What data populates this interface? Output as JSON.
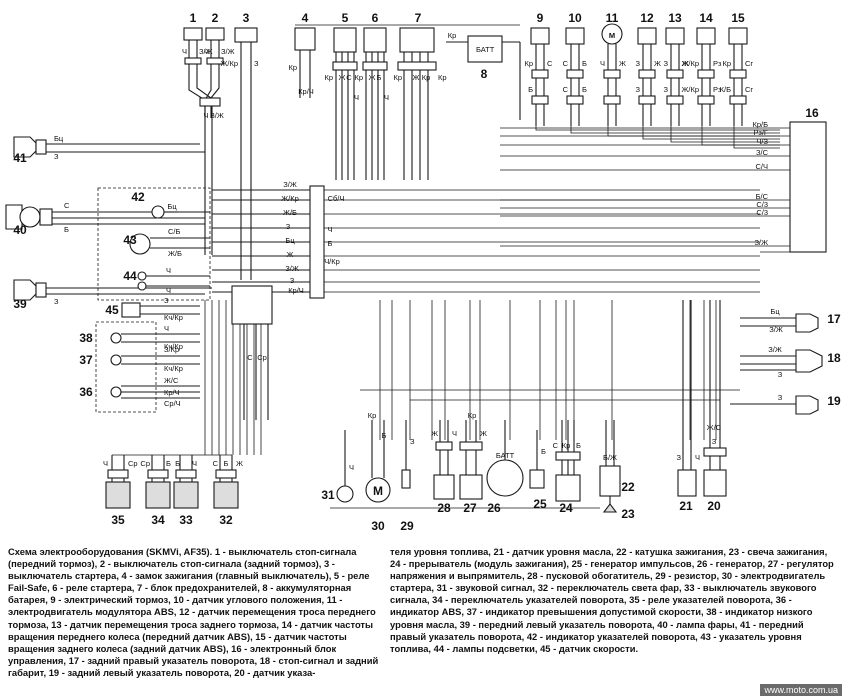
{
  "diagram": {
    "components": [
      {
        "n": "1",
        "wires": [
          "Ч",
          "З/Ж"
        ]
      },
      {
        "n": "2",
        "wires": [
          "Ч",
          "З/Ж"
        ]
      },
      {
        "n": "3",
        "wires": [
          "Ж/Кр",
          "З"
        ]
      },
      {
        "n": "4",
        "wires": [
          "Кр",
          "Кр/Ч"
        ]
      },
      {
        "n": "5",
        "wires": [
          "Кр",
          "Ж",
          "С",
          "Ч"
        ]
      },
      {
        "n": "6",
        "wires": [
          "Кр",
          "Ж",
          "Б",
          "Ч"
        ]
      },
      {
        "n": "7",
        "wires": [
          "Кр",
          "Ж",
          "Кр",
          "Кр"
        ]
      },
      {
        "n": "8",
        "wires": [
          "Кр"
        ]
      },
      {
        "n": "9",
        "wires": [
          "Кр",
          "С",
          "Б"
        ]
      },
      {
        "n": "10",
        "wires": [
          "С",
          "Б",
          "С",
          "Б"
        ]
      },
      {
        "n": "11",
        "wires": [
          "Ч",
          "Ж"
        ]
      },
      {
        "n": "12",
        "wires": [
          "З",
          "Ж",
          "З"
        ]
      },
      {
        "n": "13",
        "wires": [
          "З",
          "Ж",
          "З"
        ]
      },
      {
        "n": "14",
        "wires": [
          "Ж/Кр",
          "Рз",
          "Ж/Кр",
          "Рз"
        ]
      },
      {
        "n": "15",
        "wires": [
          "Кр",
          "Сг",
          "К/Б",
          "Сг"
        ]
      },
      {
        "n": "16",
        "wires": [
          "Кр/Б",
          "Рз/Г",
          "Ч/З",
          "З/С",
          "С/Ч",
          "Б/С",
          "С/3",
          "С/3",
          "З/Ж"
        ]
      },
      {
        "n": "17",
        "wires": [
          "Бц",
          "З/Ж"
        ]
      },
      {
        "n": "18",
        "wires": [
          "З/Ж",
          "З"
        ]
      },
      {
        "n": "19",
        "wires": [
          "З"
        ]
      },
      {
        "n": "20",
        "wires": [
          "Ж/С",
          "З"
        ]
      },
      {
        "n": "21",
        "wires": [
          "З",
          "Ч"
        ]
      },
      {
        "n": "22",
        "wires": [
          "Б/Ж",
          "З"
        ]
      },
      {
        "n": "23",
        "wires": []
      },
      {
        "n": "24",
        "wires": [
          "С",
          "Кр",
          "Б"
        ]
      },
      {
        "n": "25",
        "wires": [
          "Б"
        ]
      },
      {
        "n": "26",
        "wires": [
          "БАТТ"
        ]
      },
      {
        "n": "27",
        "wires": [
          "Кр",
          "Ж"
        ]
      },
      {
        "n": "28",
        "wires": [
          "Ж",
          "Ч"
        ]
      },
      {
        "n": "29",
        "wires": [
          "З"
        ]
      },
      {
        "n": "30",
        "wires": [
          "Кр",
          "Б"
        ]
      },
      {
        "n": "31",
        "wires": [
          "Ч"
        ]
      },
      {
        "n": "32",
        "wires": [
          "С",
          "Б",
          "Ж"
        ]
      },
      {
        "n": "33",
        "wires": [
          "Б",
          "Ч"
        ]
      },
      {
        "n": "34",
        "wires": [
          "Ср",
          "Б"
        ]
      },
      {
        "n": "35",
        "wires": [
          "Ч",
          "Ср"
        ]
      },
      {
        "n": "36",
        "wires": [
          "Ж/С",
          "Кр/Ч",
          "Ср/Ч"
        ]
      },
      {
        "n": "37",
        "wires": [
          "З/Кр",
          "Кч/Кр"
        ]
      },
      {
        "n": "38",
        "wires": [
          "Ч",
          "Кч/Кр"
        ]
      },
      {
        "n": "39",
        "wires": [
          "З"
        ]
      },
      {
        "n": "40",
        "wires": [
          "С",
          "Б"
        ]
      },
      {
        "n": "41",
        "wires": [
          "Бц",
          "З"
        ]
      },
      {
        "n": "42",
        "wires": [
          "Бц"
        ]
      },
      {
        "n": "43",
        "wires": [
          "С/Б",
          "Ж/Б"
        ]
      },
      {
        "n": "44",
        "wires": [
          "Ч",
          "Ч"
        ]
      },
      {
        "n": "45",
        "wires": [
          "З",
          "Кч/Кр"
        ]
      }
    ],
    "bus_labels": [
      "З/Ж",
      "Ж/Кр",
      "Ж/Б",
      "З",
      "Бц",
      "Ж",
      "З/Ж",
      "З",
      "Кр/Ч",
      "Сб/Ч",
      "Ч",
      "Б",
      "Ч/Кр",
      "С",
      "Ср",
      "БАТТ",
      "М"
    ]
  },
  "caption": {
    "left": "Схема электрооборудования (SKMVi, AF35). 1 - выключатель стоп-сигнала (передний тормоз), 2 - выключатель стоп-сигнала (задний тормоз), 3 - выключатель стартера, 4 - замок зажигания (главный выключатель), 5 - реле Fail-Safe, 6 - реле стартера, 7 - блок предохранителей, 8 - аккумуляторная батарея, 9 - электрический тормоз, 10 - датчик углового положения, 11 - электродвигатель модулятора ABS, 12 - датчик перемещения троса переднего тормоза, 13 - датчик перемещения троса заднего тормоза, 14 - датчик частоты вращения переднего колеса (передний датчик ABS), 15 - датчик частоты вращения заднего колеса (задний датчик ABS), 16 - электронный блок управления, 17 - задний правый указатель поворота, 18 - стоп-сигнал и задний габарит, 19 - задний левый указатель поворота, 20 - датчик указа-",
    "right": "теля уровня топлива, 21 - датчик уровня масла, 22 - катушка зажигания, 23 - свеча зажигания, 24 - прерыватель (модуль зажигания), 25 - генератор импульсов, 26 - генератор, 27 - регулятор напряжения и выпрямитель, 28 - пусковой обогатитель, 29 - резистор, 30 - электродвигатель стартера, 31 - звуковой сигнал, 32 - переключатель света фар, 33 - выключатель звукового сигнала, 34 - переключатель указателей поворота, 35 - реле указателей поворота, 36 - индикатор ABS, 37 - индикатор превышения допустимой скорости, 38 - индикатор низкого уровня масла, 39 - передний левый указатель поворота, 40 - лампа фары, 41 - передний правый указатель поворота, 42 - индикатор указателей поворота, 43 - указатель уровня топлива, 44 - лампы подсветки, 45 - датчик скорости."
  },
  "watermark": "www.moto.com.ua"
}
